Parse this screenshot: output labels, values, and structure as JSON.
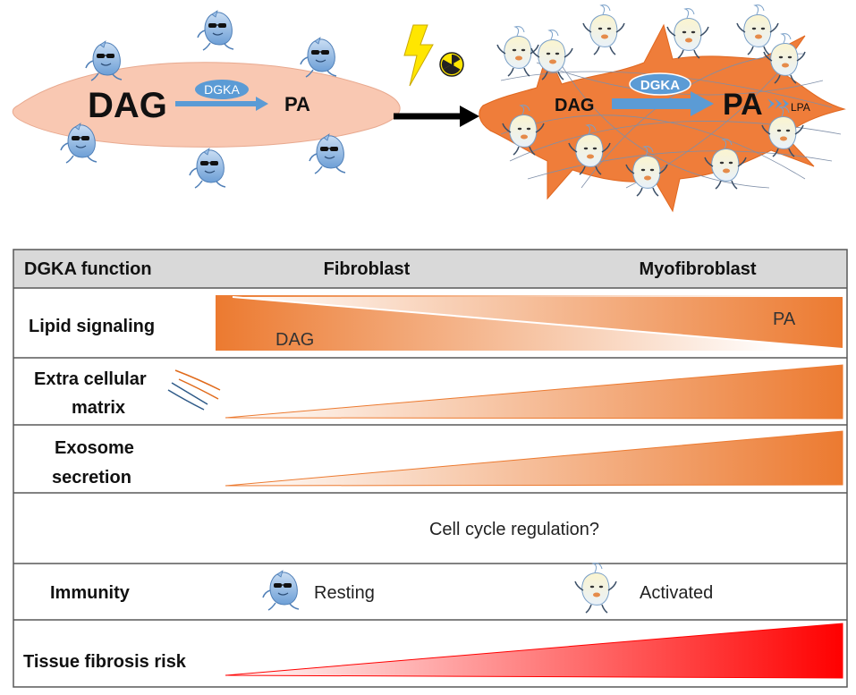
{
  "colors": {
    "cell_resting": "#f9c8b2",
    "cell_activated": "#ef7d3a",
    "arrow_blue": "#5b9bd5",
    "header_gray": "#d9d9d9",
    "border": "#595959",
    "gradient_orange": "#ec7a30",
    "gradient_red": "#ff0000",
    "fiber_orange": "#e06a1b",
    "fiber_blue": "#2e5a88"
  },
  "top": {
    "resting_cell": {
      "substrate": "DAG",
      "enzyme": "DGKA",
      "product": "PA",
      "cell_icon": "resting-immune-cell-icon"
    },
    "stimulus_icons": [
      "lightning-bolt-icon",
      "radiation-icon"
    ],
    "transition_icon": "right-arrow-icon",
    "activated_cell": {
      "substrate": "DAG",
      "enzyme": "DGKA",
      "product": "PA",
      "downstream": "LPA",
      "cell_icon": "activated-immune-cell-icon"
    }
  },
  "table": {
    "headers": [
      "DGKA function",
      "Fibroblast",
      "Myofibroblast"
    ],
    "rows": [
      {
        "label": "Lipid signaling",
        "left_label": "DAG",
        "right_label": "PA",
        "kind": "crossing"
      },
      {
        "label_lines": [
          "Extra cellular",
          "matrix"
        ],
        "kind": "ramp",
        "icon": "ecm-fibers-icon"
      },
      {
        "label_lines": [
          "Exosome",
          "secretion"
        ],
        "kind": "ramp"
      },
      {
        "text": "Cell cycle regulation?",
        "kind": "text"
      },
      {
        "label": "Immunity",
        "resting": "Resting",
        "activated": "Activated",
        "kind": "immunity"
      },
      {
        "label": "Tissue fibrosis risk",
        "kind": "ramp-red"
      }
    ]
  }
}
